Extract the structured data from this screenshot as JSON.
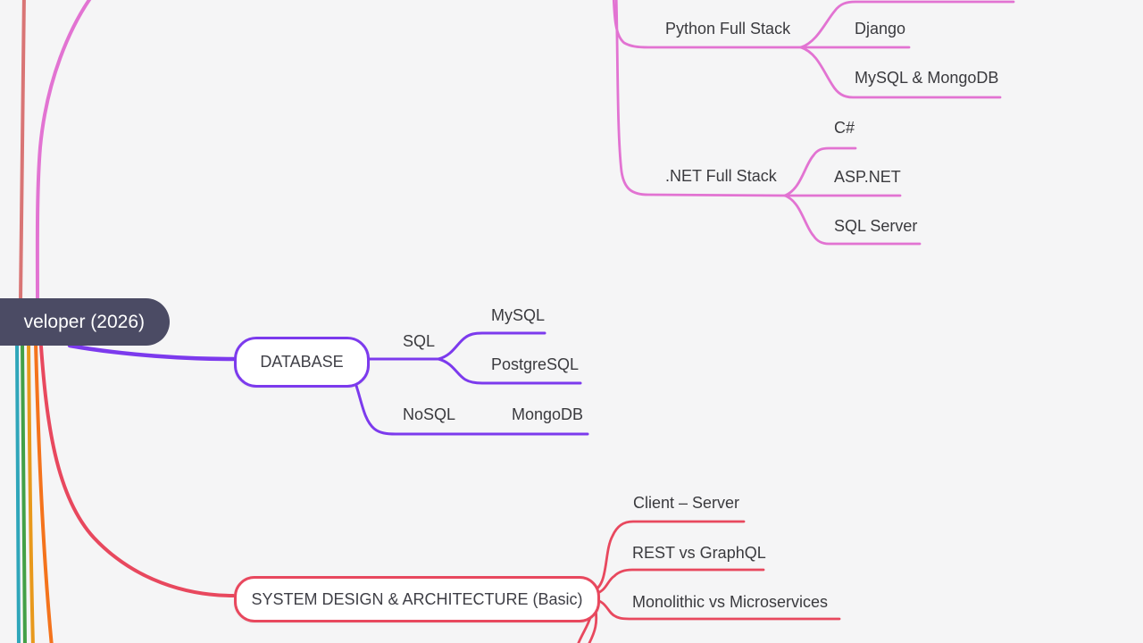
{
  "colors": {
    "background": "#f5f5f6",
    "root_node_bg": "#4b4b64",
    "root_node_text": "#ffffff",
    "pink_branch": "#e273d2",
    "purple_branch": "#7c3aed",
    "red_branch": "#e8485e",
    "salmon_branch": "#d97575",
    "teal_branch": "#2fa6ba",
    "green_branch": "#43a047",
    "amber_branch": "#e8991c",
    "orange_branch": "#f4731c",
    "topic_text": "#3a3a3e"
  },
  "mindmap": {
    "root": {
      "label": "veloper (2026)"
    },
    "full_stack": {
      "python": {
        "label": "Python Full Stack",
        "children": {
          "django": "Django",
          "mysql_mongodb": "MySQL & MongoDB"
        }
      },
      "dotnet": {
        "label": ".NET Full Stack",
        "children": {
          "csharp": "C#",
          "aspnet": "ASP.NET",
          "sql_server": "SQL Server"
        }
      }
    },
    "database": {
      "label": "DATABASE",
      "sql": {
        "label": "SQL",
        "children": {
          "mysql": "MySQL",
          "postgresql": "PostgreSQL"
        }
      },
      "nosql": {
        "label": "NoSQL",
        "children": {
          "mongodb": "MongoDB"
        }
      }
    },
    "system_design": {
      "label": "SYSTEM DESIGN & ARCHITECTURE (Basic)",
      "children": {
        "client_server": "Client – Server",
        "rest_vs_graphql": "REST vs GraphQL",
        "monolithic_vs_microservices": "Monolithic vs Microservices"
      }
    }
  }
}
